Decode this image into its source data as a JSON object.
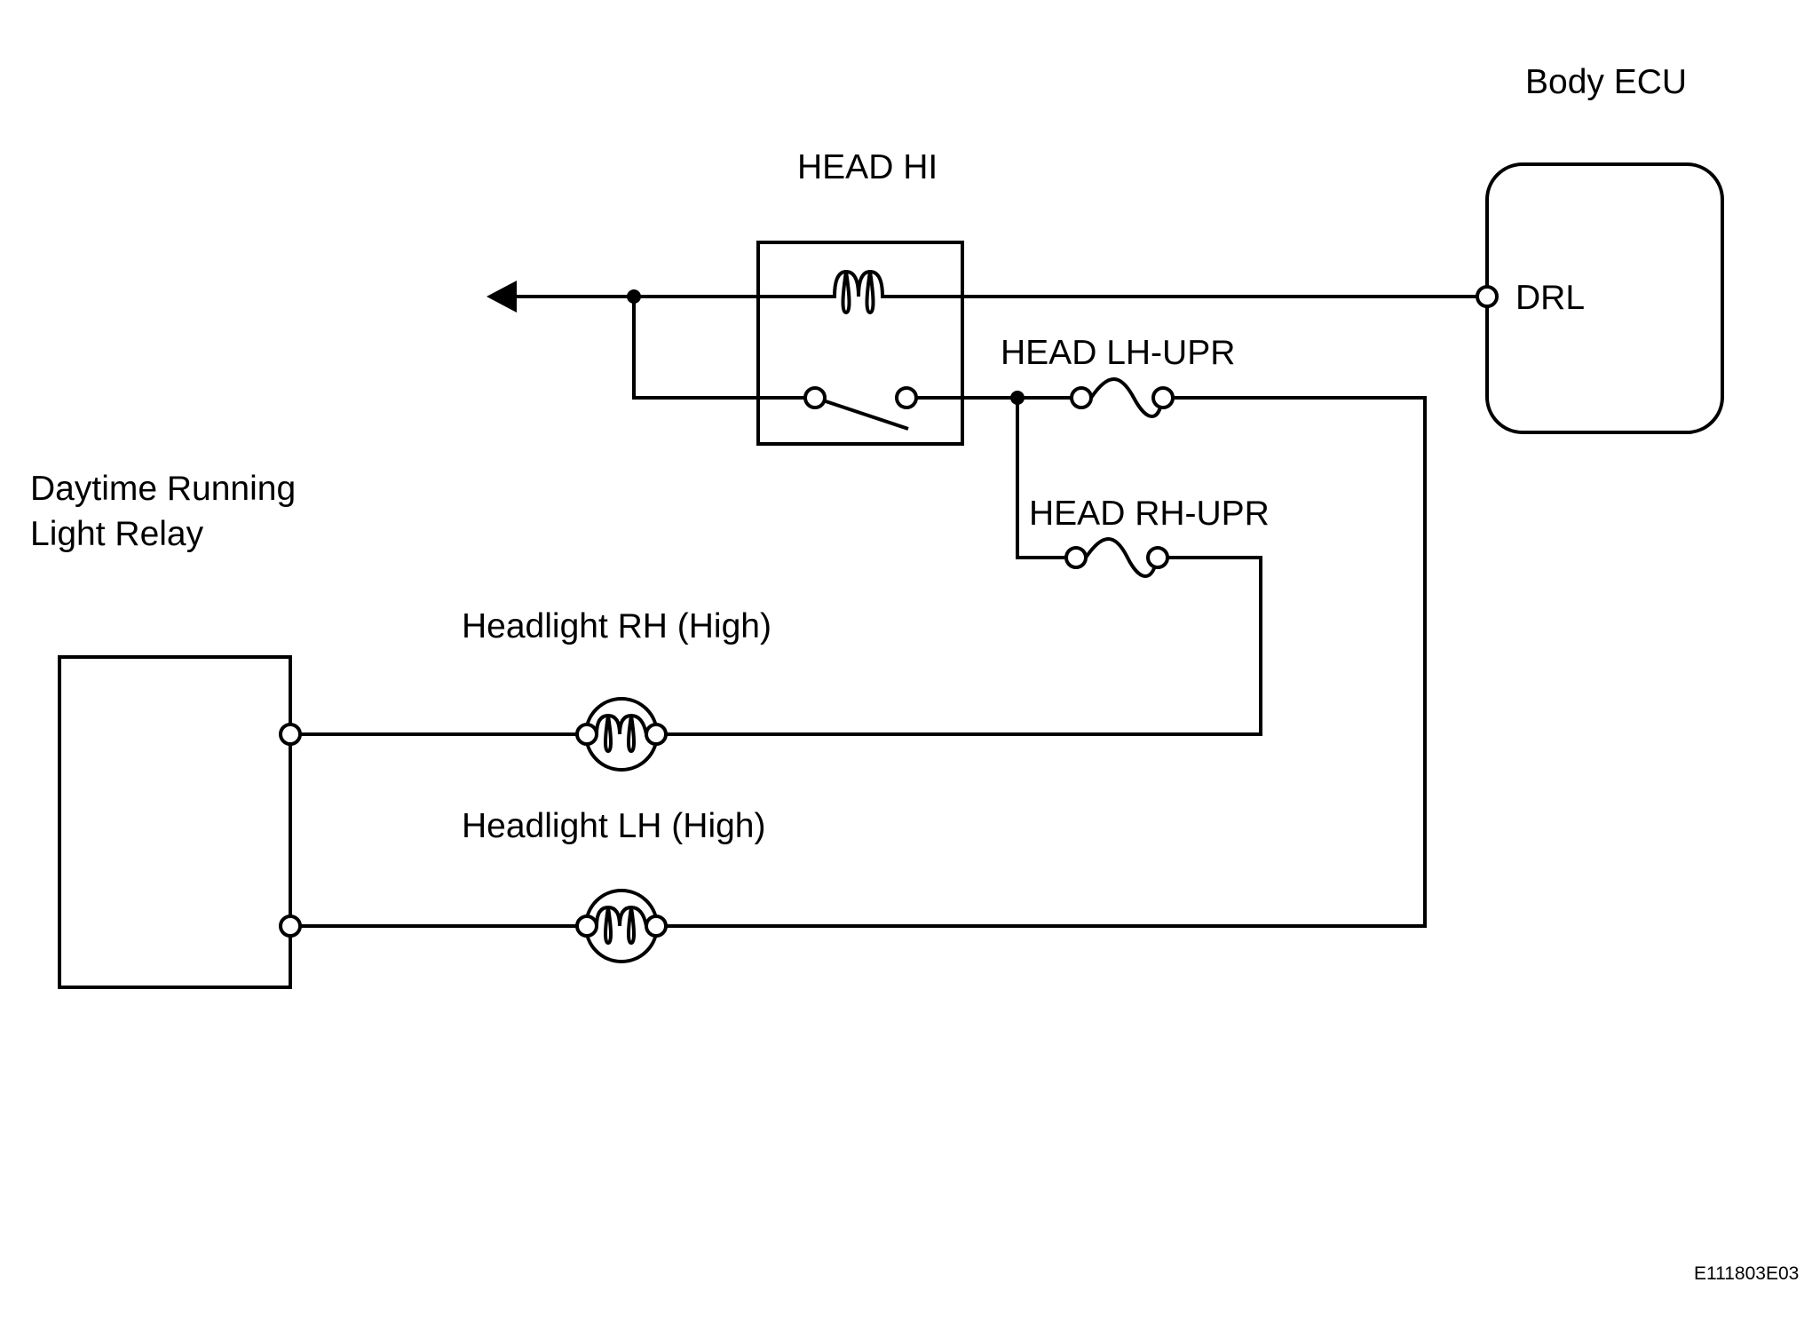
{
  "labels": {
    "body_ecu": "Body ECU",
    "head_hi": "HEAD HI",
    "drl": "DRL",
    "head_lh_upr": "HEAD LH-UPR",
    "head_rh_upr": "HEAD RH-UPR",
    "drl_relay_line1": "Daytime Running",
    "drl_relay_line2": "Light Relay",
    "headlight_rh": "Headlight RH (High)",
    "headlight_lh": "Headlight LH (High)",
    "figure_code": "E111803E03"
  }
}
